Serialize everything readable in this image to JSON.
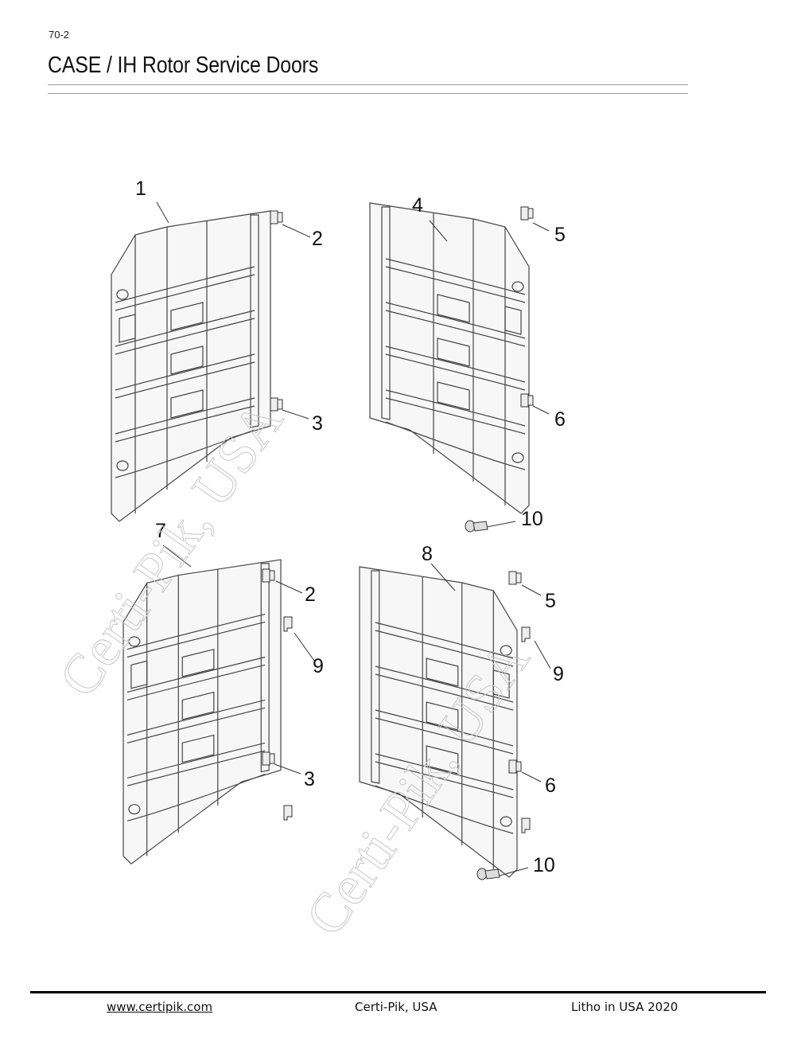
{
  "header": {
    "page_number": "70-2",
    "title": "CASE / IH Rotor Service Doors"
  },
  "diagram": {
    "callouts": {
      "c1": "1",
      "c2a": "2",
      "c3a": "3",
      "c4": "4",
      "c5a": "5",
      "c6a": "6",
      "c10a": "10",
      "c7": "7",
      "c2b": "2",
      "c9a": "9",
      "c3b": "3",
      "c8": "8",
      "c5b": "5",
      "c9b": "9",
      "c6b": "6",
      "c10b": "10"
    },
    "watermark": "Certi-Pik, USA"
  },
  "footer": {
    "website": "www.certipik.com",
    "company": "Certi-Pik, USA",
    "litho": "Litho in USA 2020"
  }
}
